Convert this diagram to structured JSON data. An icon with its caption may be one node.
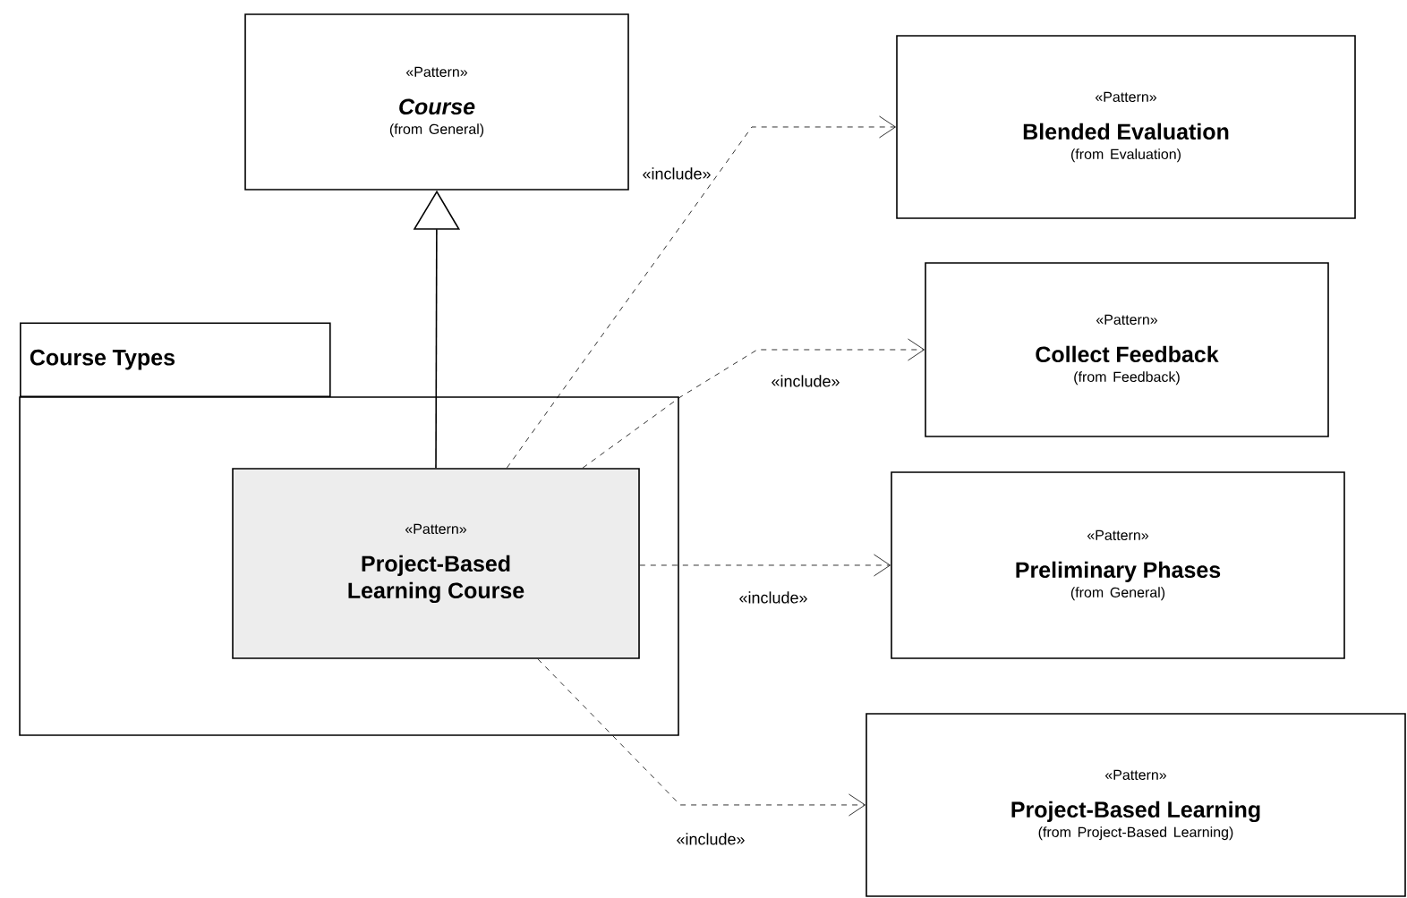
{
  "diagram": {
    "nodes": [
      {
        "text": [
          "«Pattern»",
          "Course",
          "(from General)"
        ]
      },
      {
        "text": [
          "«Pattern»",
          "Blended Evaluation",
          "(from Evaluation)"
        ]
      },
      {
        "text": [
          "«Pattern»",
          "Collect Feedback",
          "(from Feedback)"
        ]
      },
      {
        "text": [
          "Course Types"
        ]
      },
      {
        "text": [
          "«Pattern»",
          "Project-Based Learning Course"
        ],
        "in": 3
      },
      {
        "text": [
          "«Pattern»",
          "Preliminary Phases",
          "(from General)"
        ]
      },
      {
        "text": [
          "«Pattern»",
          "Project-Based Learning",
          "(from Project-Based Learning)"
        ]
      }
    ],
    "edges": [
      {
        "from": 4,
        "to": 0,
        "arrow": "to"
      },
      {
        "from": 4,
        "to": 1,
        "arrow": "to",
        "label": "«include»",
        "style": "dashed"
      },
      {
        "from": 4,
        "to": 2,
        "arrow": "to",
        "label": "«include»",
        "style": "dashed"
      },
      {
        "from": 4,
        "to": 5,
        "arrow": "to",
        "label": "«include»",
        "style": "dashed"
      },
      {
        "from": 4,
        "to": 6,
        "arrow": "to",
        "label": "«include»",
        "style": "dashed"
      }
    ]
  }
}
